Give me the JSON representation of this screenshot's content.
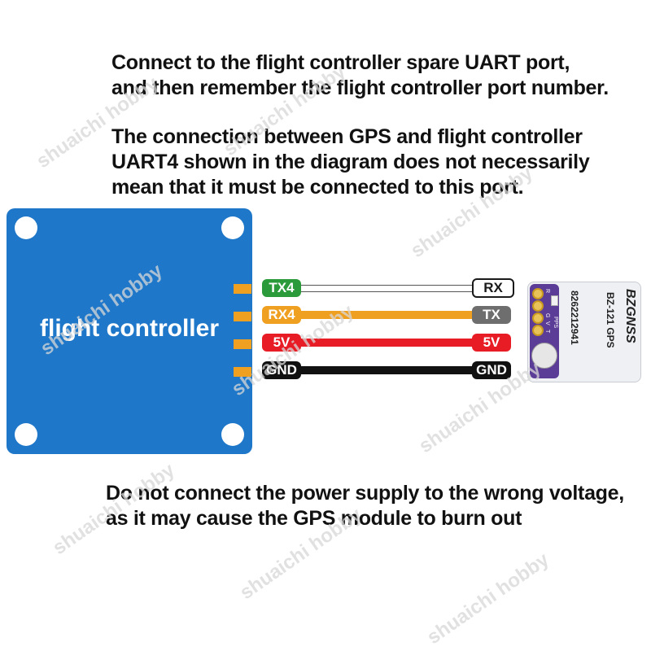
{
  "notes": {
    "top_lines": [
      "Connect to the flight controller spare UART port,",
      "and then remember the flight controller port number."
    ],
    "middle_lines": [
      "The connection between GPS and flight controller",
      "UART4 shown in the diagram does not necessarily",
      "mean that it must be connected to this port."
    ],
    "warning_lines": [
      "Do not connect the power supply to the wrong voltage,",
      "as it may cause the GPS module to burn out"
    ]
  },
  "flight_controller": {
    "label": "flight controller",
    "color": "#1e77c8",
    "pad_color": "#f0a020"
  },
  "connections": [
    {
      "fc_pin": "TX4",
      "gps_pin": "RX",
      "wire_color": "#ffffff",
      "fc_tag_color": "#2a9a3a",
      "gps_tag_color": "#1a1a1a",
      "gps_tag_text_color": "#1a1a1a",
      "gps_tag_bg": "#ffffff"
    },
    {
      "fc_pin": "RX4",
      "gps_pin": "TX",
      "wire_color": "#f0a020",
      "fc_tag_color": "#f0a020",
      "gps_tag_color": "#6e6e6e",
      "gps_tag_text_color": "#ffffff",
      "gps_tag_bg": "#6e6e6e"
    },
    {
      "fc_pin": "5V",
      "gps_pin": "5V",
      "wire_color": "#e81c24",
      "fc_tag_color": "#e81c24",
      "gps_tag_color": "#e81c24",
      "gps_tag_text_color": "#ffffff",
      "gps_tag_bg": "#e81c24"
    },
    {
      "fc_pin": "GND",
      "gps_pin": "GND",
      "wire_color": "#111111",
      "fc_tag_color": "#111111",
      "gps_tag_color": "#111111",
      "gps_tag_text_color": "#ffffff",
      "gps_tag_bg": "#111111"
    }
  ],
  "gps_module": {
    "brand": "BZGNSS",
    "model": "BZ-121 GPS",
    "serial": "826221294‌1",
    "pin_labels": [
      "G",
      "V",
      "T",
      "R"
    ],
    "pps_label": "PPS"
  },
  "watermark": "shuaichi hobby"
}
